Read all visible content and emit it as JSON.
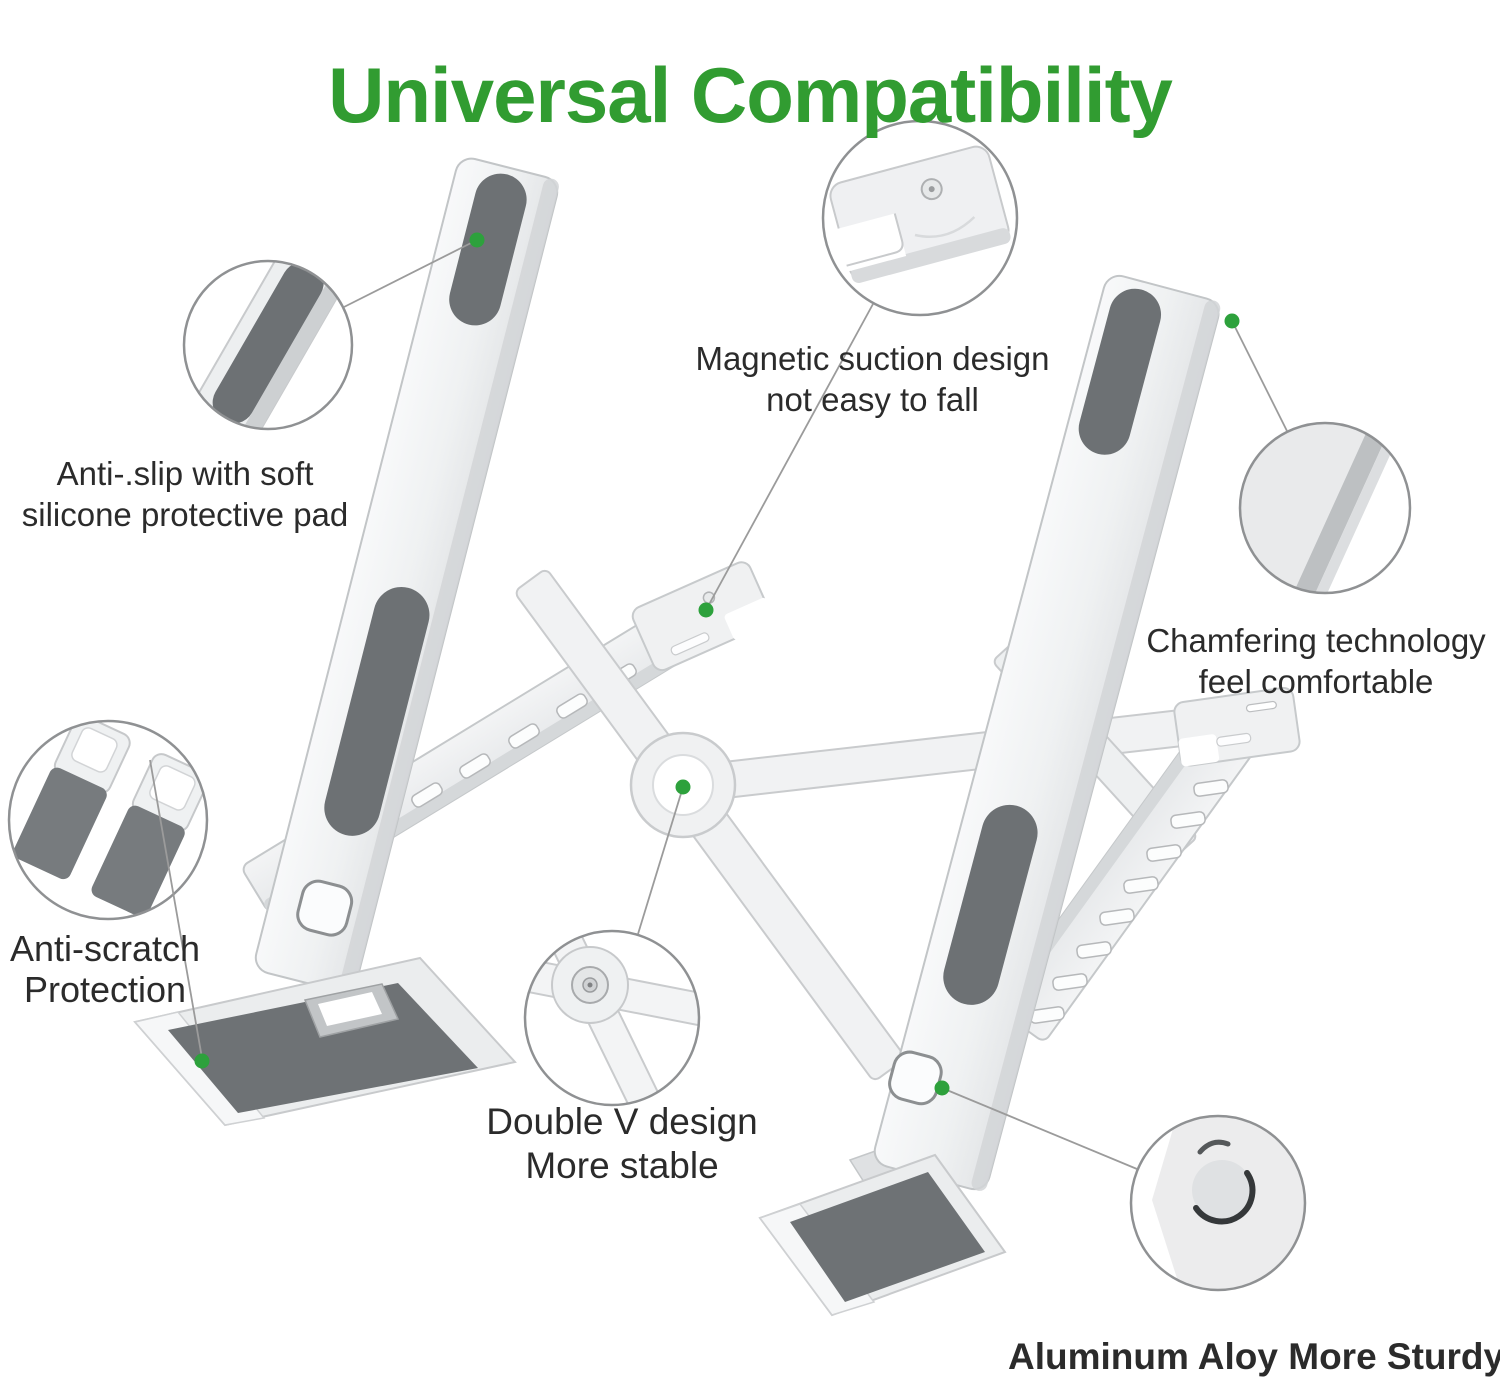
{
  "title": {
    "text": "Universal Compatibility"
  },
  "callouts": {
    "anti_slip": {
      "line1": "Anti-.slip with soft",
      "line2": "silicone protective pad"
    },
    "magnetic": {
      "line1": "Magnetic suction design",
      "line2": "not easy to fall"
    },
    "chamfering": {
      "line1": "Chamfering technology",
      "line2": "feel comfortable"
    },
    "anti_scratch": {
      "line1": "Anti-scratch",
      "line2": "Protection"
    },
    "double_v": {
      "line1": "Double V design",
      "line2": "More stable"
    },
    "aluminum": {
      "line1": "Aluminum Aloy More Sturdy"
    }
  },
  "colors": {
    "title_green": "#319c31",
    "marker_green": "#2da13c",
    "text": "#2b2b2b",
    "leader_line": "#9b9b9b",
    "pad_dark": "#6d7174",
    "silver_light": "#f4f5f6",
    "silver_edge": "#c6c9cb"
  }
}
